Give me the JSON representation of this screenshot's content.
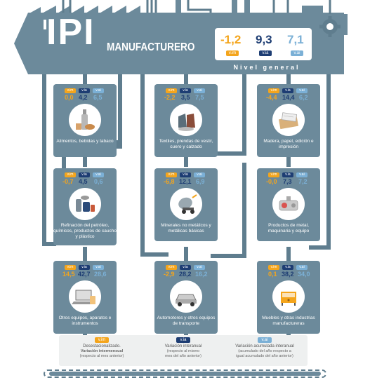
{
  "header": {
    "title": "IPI",
    "subtitle": "MANUFACTURERO",
    "general_label": "Nivel general",
    "general": {
      "vim": "-1,2",
      "via": "9,3",
      "vai": "7,1"
    }
  },
  "tags": {
    "vim": "v.im",
    "via": "v.ia",
    "vai": "v.ai"
  },
  "colors": {
    "vim": "#f4a51c",
    "via": "#1d3d73",
    "vai": "#7bb0d6",
    "panel": "#6c8a9b",
    "pipe": "#5f7d8e"
  },
  "cards": [
    {
      "name": "Alimentos, bebidas y tabaco",
      "vim": "0,0",
      "via": "4,2",
      "vai": "6,5",
      "icon": "food-icon"
    },
    {
      "name": "Textiles, prendas de vestir, cuero y calzado",
      "vim": "-2,2",
      "via": "3,5",
      "vai": "7,5",
      "icon": "textile-icon"
    },
    {
      "name": "Madera, papel, edición e impresión",
      "vim": "-4,4",
      "via": "14,4",
      "vai": "6,2",
      "icon": "paper-icon"
    },
    {
      "name": "Refinación del petróleo, químicos, productos de caucho y plástico",
      "vim": "-0,7",
      "via": "4,5",
      "vai": "0,6",
      "icon": "chemicals-icon"
    },
    {
      "name": "Minerales no metálicos y metálicas básicas",
      "vim": "-6,8",
      "via": "12,1",
      "vai": "6,9",
      "icon": "cement-mixer-icon"
    },
    {
      "name": "Productos de metal, maquinaria y equipo",
      "vim": "-0,0",
      "via": "7,3",
      "vai": "7,2",
      "icon": "machinery-icon"
    },
    {
      "name": "Otros equipos, aparatos e instrumentos",
      "vim": "14,5",
      "via": "42,7",
      "vai": "28,6",
      "icon": "laptop-icon"
    },
    {
      "name": "Automotores y otros equipos de transporte",
      "vim": "-2,9",
      "via": "28,2",
      "vai": "16,2",
      "icon": "car-icon"
    },
    {
      "name": "Muebles y otras industrias manufactureras",
      "vim": "0,1",
      "via": "38,2",
      "vai": "34,0",
      "icon": "furniture-icon"
    }
  ],
  "legend": {
    "vim": {
      "tag": "v.im",
      "title": "Desestacionalizado.",
      "title2": "Variación intermensual",
      "sub": "(respecto al mes anterior)"
    },
    "via": {
      "tag": "v.ia",
      "title": "Variación interanual",
      "sub": "(respecto al mismo",
      "sub2": "mes del año anterior)"
    },
    "vai": {
      "tag": "v.ai",
      "title": "Variación acumulada interanual",
      "sub": "(acumulado del año respecto a",
      "sub2": "igual acumulado del año anterior)"
    }
  }
}
